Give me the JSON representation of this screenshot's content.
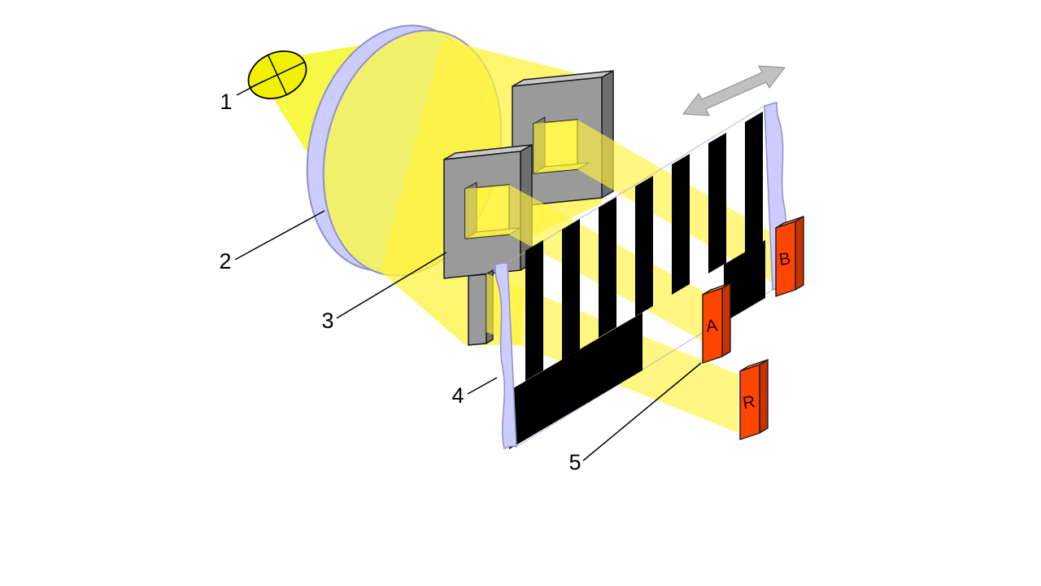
{
  "callouts": {
    "light_source": "1",
    "lens": "2",
    "mask": "3",
    "code_strip": "4",
    "photodetector": "5"
  },
  "detector_labels": {
    "channel_a": "A",
    "channel_b": "B",
    "index": "R"
  },
  "colors": {
    "beam_yellow": "#FFF23D",
    "lens_lavender": "#CCCCFF",
    "lavender_stroke": "#8F8FCC",
    "mask_gray": "#9A9A9A",
    "detector_orange": "#FF4500",
    "stripe_black": "#000000",
    "arrow_gray": "#C0C0C0"
  }
}
